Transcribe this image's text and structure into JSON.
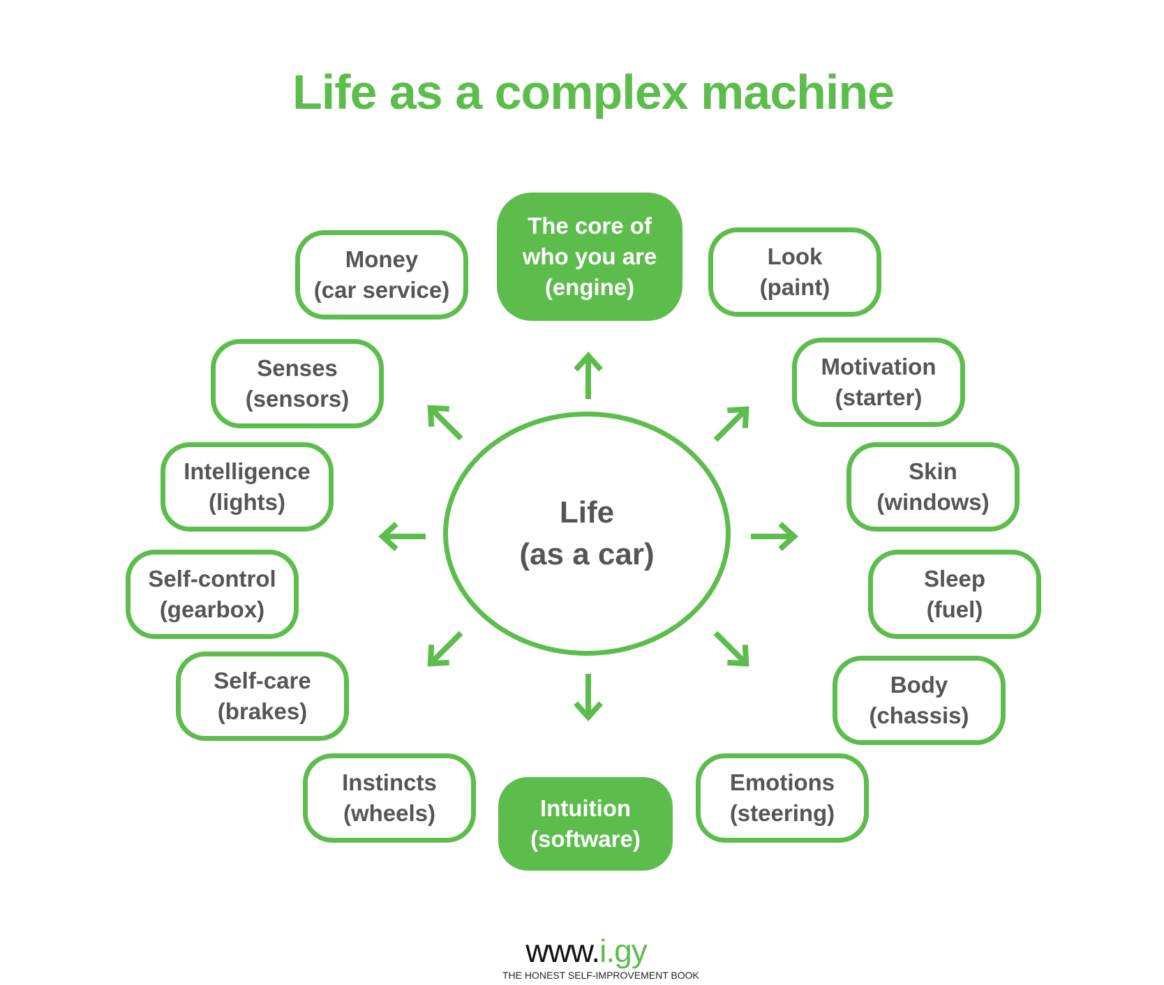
{
  "colors": {
    "accent": "#5cbd4c",
    "text": "#555555",
    "background": "#ffffff"
  },
  "title": "Life as a complex machine",
  "center": {
    "line1": "Life",
    "line2": "(as a car)"
  },
  "nodes": {
    "money": {
      "line1": "Money",
      "line2": "(car service)"
    },
    "core": {
      "line1": "The core of",
      "line2": "who you are",
      "line3": "(engine)"
    },
    "look": {
      "line1": "Look",
      "line2": "(paint)"
    },
    "senses": {
      "line1": "Senses",
      "line2": "(sensors)"
    },
    "motivation": {
      "line1": "Motivation",
      "line2": "(starter)"
    },
    "intelligence": {
      "line1": "Intelligence",
      "line2": "(lights)"
    },
    "skin": {
      "line1": "Skin",
      "line2": "(windows)"
    },
    "selfcontrol": {
      "line1": "Self-control",
      "line2": "(gearbox)"
    },
    "sleep": {
      "line1": "Sleep",
      "line2": "(fuel)"
    },
    "selfcare": {
      "line1": "Self-care",
      "line2": "(brakes)"
    },
    "body": {
      "line1": "Body",
      "line2": "(chassis)"
    },
    "instincts": {
      "line1": "Instincts",
      "line2": "(wheels)"
    },
    "intuition": {
      "line1": "Intuition",
      "line2": "(software)"
    },
    "emotions": {
      "line1": "Emotions",
      "line2": "(steering)"
    }
  },
  "brand": {
    "url_prefix": "www.",
    "url_suffix": "i.gy",
    "tagline": "THE HONEST SELF-IMPROVEMENT BOOK"
  }
}
